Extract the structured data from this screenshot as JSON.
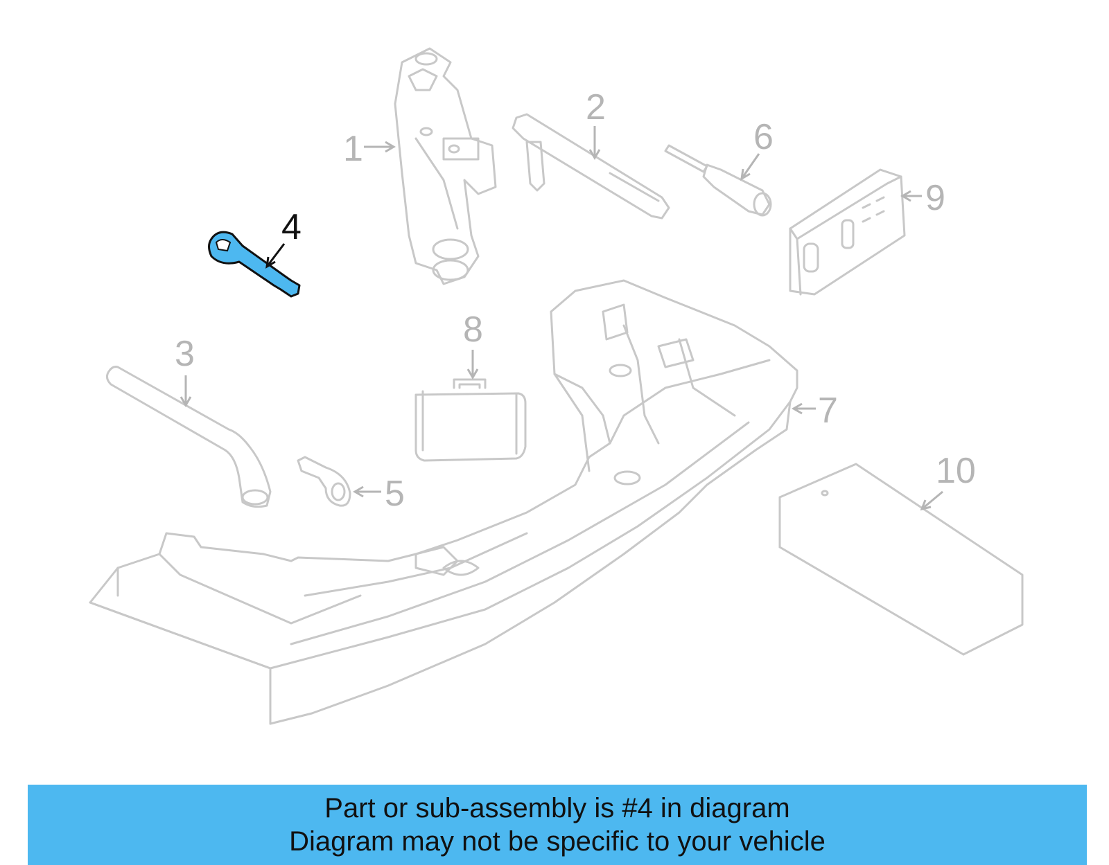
{
  "diagram": {
    "highlight_color": "#4db8f0",
    "line_color": "#c8c8c8",
    "callouts": [
      {
        "label": "1",
        "highlighted": false
      },
      {
        "label": "2",
        "highlighted": false
      },
      {
        "label": "3",
        "highlighted": false
      },
      {
        "label": "4",
        "highlighted": true
      },
      {
        "label": "5",
        "highlighted": false
      },
      {
        "label": "6",
        "highlighted": false
      },
      {
        "label": "7",
        "highlighted": false
      },
      {
        "label": "8",
        "highlighted": false
      },
      {
        "label": "9",
        "highlighted": false
      },
      {
        "label": "10",
        "highlighted": false
      }
    ]
  },
  "banner": {
    "line1": "Part or sub-assembly is #4 in diagram",
    "line2": "Diagram may not be specific to your vehicle",
    "background": "#4db8f0"
  }
}
